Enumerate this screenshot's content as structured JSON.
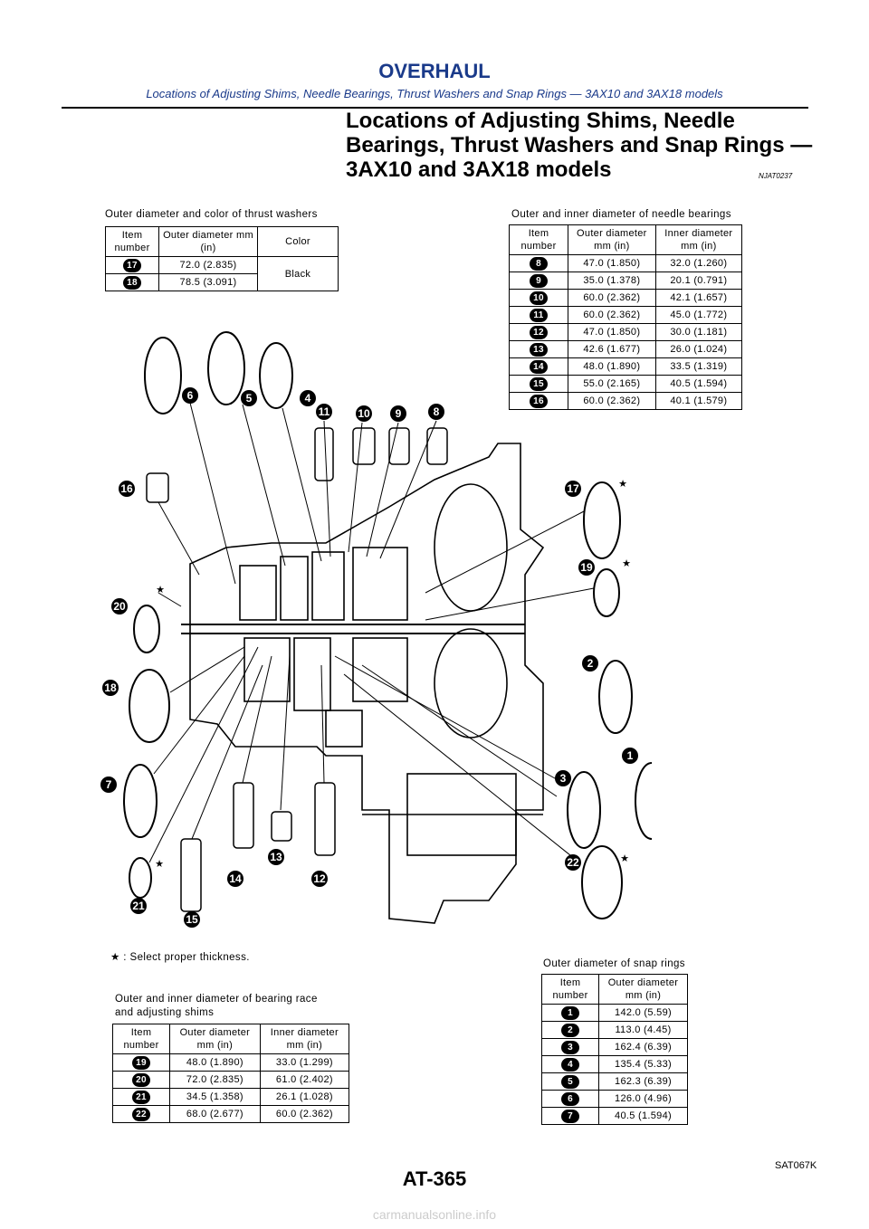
{
  "header": {
    "title": "OVERHAUL",
    "subtitle": "Locations of Adjusting Shims, Needle Bearings, Thrust Washers and Snap Rings — 3AX10 and 3AX18 models"
  },
  "section": {
    "title_lines": [
      "Locations of Adjusting Shims, Needle",
      "Bearings, Thrust Washers and Snap Rings —",
      "3AX10 and 3AX18 models"
    ],
    "code": "NJAT0237"
  },
  "thrust_washers": {
    "caption": "Outer diameter and color of thrust washers",
    "headers": [
      "Item number",
      "Outer diameter mm (in)",
      "Color"
    ],
    "rows": [
      {
        "item": "17",
        "outer": "72.0 (2.835)",
        "color": "Black"
      },
      {
        "item": "18",
        "outer": "78.5 (3.091)",
        "color": "Black"
      }
    ]
  },
  "needle_bearings": {
    "caption": "Outer and inner diameter of needle bearings",
    "headers": [
      "Item number",
      "Outer diameter mm (in)",
      "Inner diameter mm (in)"
    ],
    "rows": [
      {
        "item": "8",
        "outer": "47.0 (1.850)",
        "inner": "32.0 (1.260)"
      },
      {
        "item": "9",
        "outer": "35.0 (1.378)",
        "inner": "20.1 (0.791)"
      },
      {
        "item": "10",
        "outer": "60.0 (2.362)",
        "inner": "42.1 (1.657)"
      },
      {
        "item": "11",
        "outer": "60.0 (2.362)",
        "inner": "45.0 (1.772)"
      },
      {
        "item": "12",
        "outer": "47.0 (1.850)",
        "inner": "30.0 (1.181)"
      },
      {
        "item": "13",
        "outer": "42.6 (1.677)",
        "inner": "26.0 (1.024)"
      },
      {
        "item": "14",
        "outer": "48.0 (1.890)",
        "inner": "33.5 (1.319)"
      },
      {
        "item": "15",
        "outer": "55.0 (2.165)",
        "inner": "40.5 (1.594)"
      },
      {
        "item": "16",
        "outer": "60.0 (2.362)",
        "inner": "40.1 (1.579)"
      }
    ]
  },
  "diagram": {
    "labels": [
      "1",
      "2",
      "3",
      "4",
      "5",
      "6",
      "7",
      "8",
      "9",
      "10",
      "11",
      "12",
      "13",
      "14",
      "15",
      "16",
      "17",
      "18",
      "19",
      "20",
      "21",
      "22"
    ],
    "star": "★"
  },
  "footnote": "★ : Select proper thickness.",
  "bearing_race": {
    "caption_lines": [
      "Outer and inner diameter of bearing race",
      "and adjusting shims"
    ],
    "headers": [
      "Item number",
      "Outer diameter mm (in)",
      "Inner diameter mm (in)"
    ],
    "rows": [
      {
        "item": "19",
        "outer": "48.0 (1.890)",
        "inner": "33.0 (1.299)"
      },
      {
        "item": "20",
        "outer": "72.0 (2.835)",
        "inner": "61.0 (2.402)"
      },
      {
        "item": "21",
        "outer": "34.5 (1.358)",
        "inner": "26.1 (1.028)"
      },
      {
        "item": "22",
        "outer": "68.0 (2.677)",
        "inner": "60.0 (2.362)"
      }
    ]
  },
  "snap_rings": {
    "caption": "Outer diameter of snap rings",
    "headers": [
      "Item number",
      "Outer diameter mm (in)"
    ],
    "rows": [
      {
        "item": "1",
        "outer": "142.0 (5.59)"
      },
      {
        "item": "2",
        "outer": "113.0 (4.45)"
      },
      {
        "item": "3",
        "outer": "162.4 (6.39)"
      },
      {
        "item": "4",
        "outer": "135.4 (5.33)"
      },
      {
        "item": "5",
        "outer": "162.3 (6.39)"
      },
      {
        "item": "6",
        "outer": "126.0 (4.96)"
      },
      {
        "item": "7",
        "outer": "40.5 (1.594)"
      }
    ]
  },
  "figure_code": "SAT067K",
  "page_number": "AT-365",
  "watermark": "carmanualsonline.info",
  "colors": {
    "header": "#1a3a8a",
    "badge": "#000000"
  }
}
